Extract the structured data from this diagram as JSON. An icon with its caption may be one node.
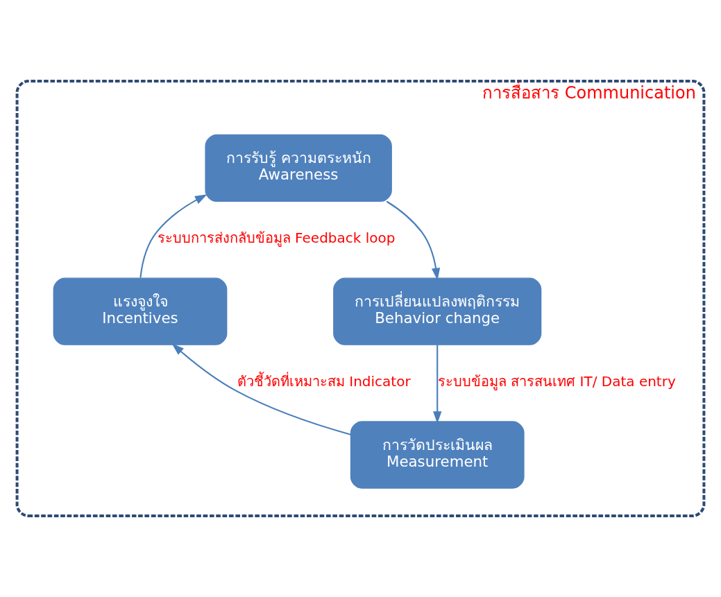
{
  "diagram": {
    "nodes": [
      {
        "text": [
          "การสื่อสาร Communication"
        ]
      },
      {
        "text": [
          "การรับรู้ ความตระหนัก",
          "Awareness"
        ],
        "in": 0
      },
      {
        "text": [
          "การเปลี่ยนแปลงพฤติกรรม",
          "Behavior change"
        ],
        "in": 0
      },
      {
        "text": [
          "การวัดประเมินผล",
          "Measurement"
        ],
        "in": 0
      },
      {
        "text": [
          "แรงจูงใจ",
          "Incentives"
        ],
        "in": 0
      }
    ],
    "edges": [
      {
        "from": 1,
        "to": 2,
        "arrow": "to"
      },
      {
        "from": 2,
        "to": 3,
        "arrow": "to",
        "label": "ระบบข้อมูล สารสนเทศ IT/ Data entry"
      },
      {
        "from": 3,
        "to": 4,
        "arrow": "to",
        "label": "ตัวชี้วัดที่เหมาะสม Indicator"
      },
      {
        "from": 4,
        "to": 1,
        "arrow": "to",
        "label": "ระบบการส่งกลับข้อมูล Feedback loop"
      }
    ]
  }
}
